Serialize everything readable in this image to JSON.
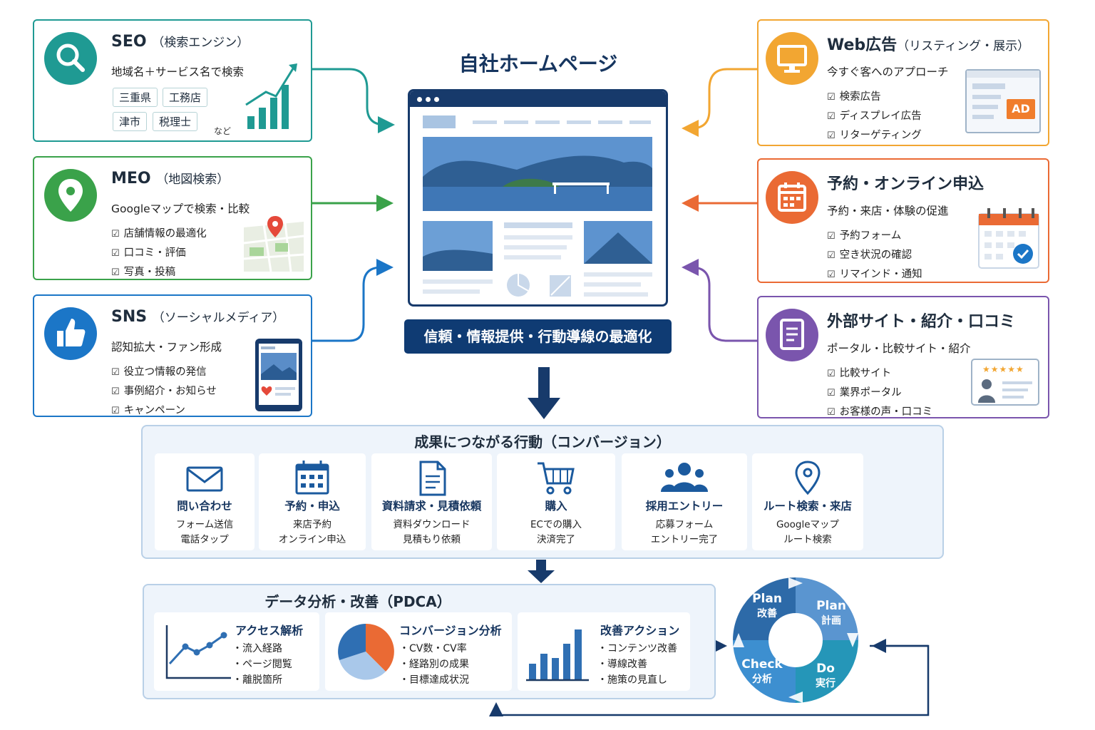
{
  "center": {
    "title": "自社ホームページ",
    "banner": "信頼・情報提供・行動導線の最適化"
  },
  "channels": {
    "seo": {
      "title": "SEO",
      "subtitle": "（検索エンジン）",
      "desc": "地域名＋サービス名で検索",
      "tags": [
        "三重県",
        "工務店",
        "津市",
        "税理士"
      ],
      "note": "など",
      "icon": "search-icon",
      "color": "#1f9a93"
    },
    "meo": {
      "title": "MEO",
      "subtitle": "（地図検索）",
      "desc": "Googleマップで検索・比較",
      "items": [
        "店舗情報の最適化",
        "口コミ・評価",
        "写真・投稿"
      ],
      "icon": "map-pin-icon",
      "color": "#3aa24a"
    },
    "sns": {
      "title": "SNS",
      "subtitle": "（ソーシャルメディア）",
      "desc": "認知拡大・ファン形成",
      "items": [
        "役立つ情報の発信",
        "事例紹介・お知らせ",
        "キャンペーン"
      ],
      "icon": "thumbs-up-icon",
      "color": "#1b76c7"
    },
    "web_ad": {
      "title": "Web広告",
      "subtitle": "（リスティング・展示）",
      "desc": "今すぐ客へのアプローチ",
      "items": [
        "検索広告",
        "ディスプレイ広告",
        "リターゲティング"
      ],
      "ad_label": "AD",
      "icon": "monitor-icon",
      "color": "#f2a632"
    },
    "booking": {
      "title": "予約・オンライン申込",
      "desc": "予約・来店・体験の促進",
      "items": [
        "予約フォーム",
        "空き状況の確認",
        "リマインド・通知"
      ],
      "icon": "calendar-icon",
      "color": "#ea6a34"
    },
    "external": {
      "title": "外部サイト・紹介・口コミ",
      "desc": "ポータル・比較サイト・紹介",
      "items": [
        "比較サイト",
        "業界ポータル",
        "お客様の声・口コミ"
      ],
      "rating": "★★★★★",
      "icon": "document-icon",
      "color": "#7a55ad"
    }
  },
  "conversion": {
    "title": "成果につながる行動（コンバージョン）",
    "items": [
      {
        "title": "問い合わせ",
        "lines": [
          "フォーム送信",
          "電話タップ"
        ],
        "icon": "mail-icon"
      },
      {
        "title": "予約・申込",
        "lines": [
          "来店予約",
          "オンライン申込"
        ],
        "icon": "calendar-icon"
      },
      {
        "title": "資料請求・見積依頼",
        "lines": [
          "資料ダウンロード",
          "見積もり依頼"
        ],
        "icon": "document-icon"
      },
      {
        "title": "購入",
        "lines": [
          "ECでの購入",
          "決済完了"
        ],
        "icon": "cart-icon"
      },
      {
        "title": "採用エントリー",
        "lines": [
          "応募フォーム",
          "エントリー完了"
        ],
        "icon": "people-icon"
      },
      {
        "title": "ルート検索・来店",
        "lines": [
          "Googleマップ",
          "ルート検索"
        ],
        "icon": "map-pin-icon"
      }
    ]
  },
  "analysis": {
    "title": "データ分析・改善（PDCA）",
    "items": [
      {
        "title": "アクセス解析",
        "lines": [
          "・流入経路",
          "・ページ閲覧",
          "・離脱箇所"
        ],
        "icon": "line-chart-icon"
      },
      {
        "title": "コンバージョン分析",
        "lines": [
          "・CV数・CV率",
          "・経路別の成果",
          "・目標達成状況"
        ],
        "icon": "pie-chart-icon"
      },
      {
        "title": "改善アクション",
        "lines": [
          "・コンテンツ改善",
          "・導線改善",
          "・施策の見直し"
        ],
        "icon": "bar-chart-icon"
      }
    ]
  },
  "pdca": {
    "plan_top_en": "Plan",
    "plan_top_jp": "改善",
    "plan_right_en": "Plan",
    "plan_right_jp": "計画",
    "check_en": "Check",
    "check_jp": "分析",
    "do_en": "Do",
    "do_jp": "実行"
  }
}
